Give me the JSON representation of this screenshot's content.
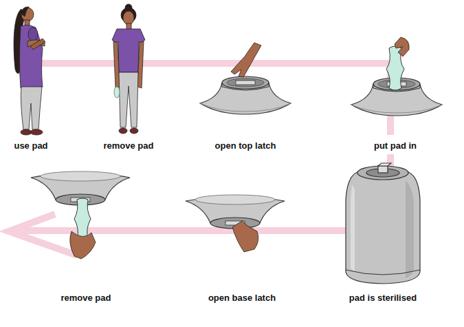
{
  "diagram": {
    "nodes": [
      {
        "text": [
          "use pad"
        ]
      },
      {
        "text": [
          "remove pad"
        ]
      },
      {
        "text": [
          "open top latch"
        ]
      },
      {
        "text": [
          "put pad in"
        ]
      },
      {
        "text": [
          "pad is sterilised"
        ]
      },
      {
        "text": [
          "open base latch"
        ]
      },
      {
        "text": [
          "remove pad"
        ]
      }
    ],
    "edges": [
      {
        "from": 0,
        "to": 1,
        "arrow": "none"
      },
      {
        "from": 1,
        "to": 2,
        "arrow": "none"
      },
      {
        "from": 2,
        "to": 3,
        "arrow": "none"
      },
      {
        "from": 3,
        "to": 4,
        "arrow": "none"
      },
      {
        "from": 4,
        "to": 5,
        "arrow": "none"
      },
      {
        "from": 5,
        "to": 6,
        "arrow": "none"
      }
    ]
  }
}
